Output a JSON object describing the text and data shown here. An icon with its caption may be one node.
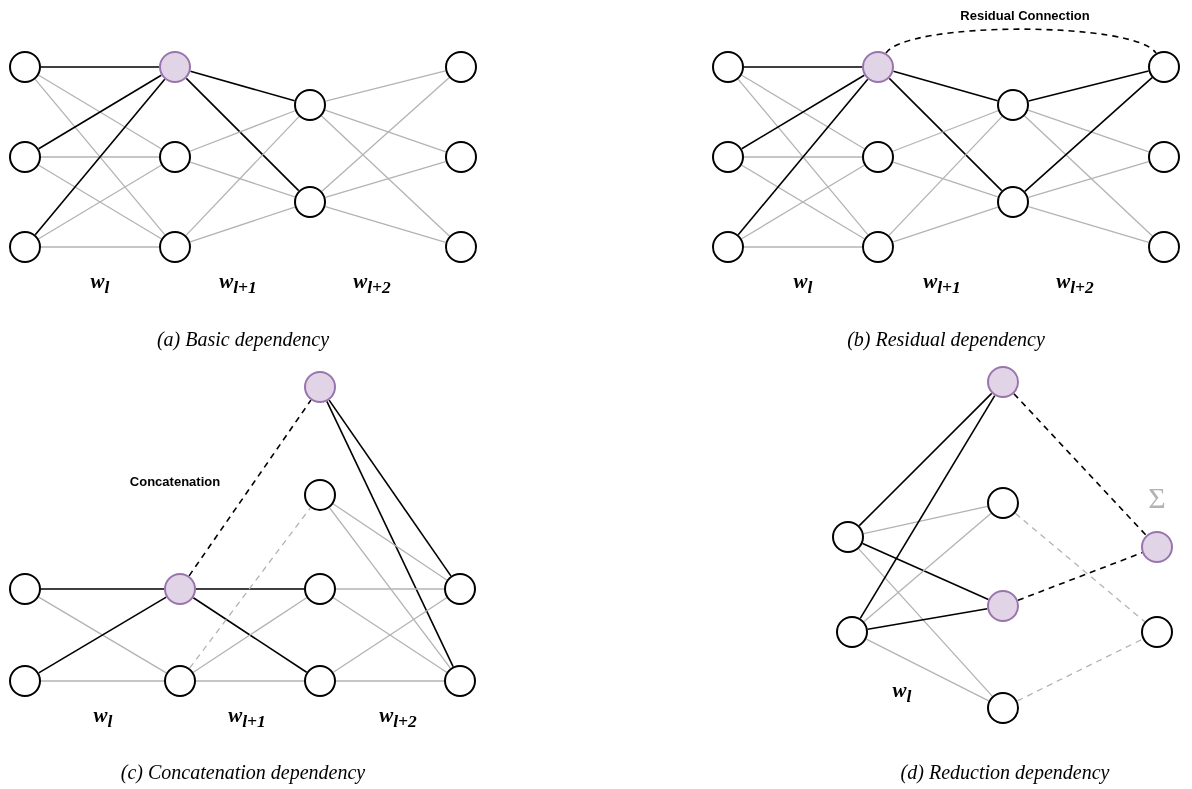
{
  "diagram": {
    "nodes": [
      {
        "text": [],
        "shape": "circle"
      },
      {
        "text": [],
        "shape": "circle"
      },
      {
        "text": [],
        "shape": "circle"
      },
      {
        "text": [],
        "shape": "circle"
      },
      {
        "text": [],
        "shape": "circle"
      },
      {
        "text": [],
        "shape": "circle"
      },
      {
        "text": [],
        "shape": "circle"
      },
      {
        "text": [],
        "shape": "circle"
      },
      {
        "text": [],
        "shape": "circle"
      },
      {
        "text": [],
        "shape": "circle"
      },
      {
        "text": [],
        "shape": "circle"
      },
      {
        "text": [],
        "shape": "circle"
      },
      {
        "text": [],
        "shape": "circle"
      },
      {
        "text": [],
        "shape": "circle"
      },
      {
        "text": [],
        "shape": "circle"
      },
      {
        "text": [],
        "shape": "circle"
      },
      {
        "text": [],
        "shape": "circle"
      },
      {
        "text": [],
        "shape": "circle"
      },
      {
        "text": [],
        "shape": "circle"
      },
      {
        "text": [],
        "shape": "circle"
      },
      {
        "text": [],
        "shape": "circle"
      },
      {
        "text": [],
        "shape": "circle"
      },
      {
        "text": [],
        "shape": "circle"
      },
      {
        "text": [],
        "shape": "circle"
      },
      {
        "text": [],
        "shape": "circle"
      },
      {
        "text": [],
        "shape": "circle"
      },
      {
        "text": [],
        "shape": "circle"
      },
      {
        "text": [],
        "shape": "circle"
      },
      {
        "text": [],
        "shape": "circle"
      },
      {
        "text": [],
        "shape": "circle"
      },
      {
        "text": [],
        "shape": "circle"
      },
      {
        "text": [],
        "shape": "circle"
      },
      {
        "text": [],
        "shape": "circle"
      },
      {
        "text": [],
        "shape": "circle"
      },
      {
        "text": [],
        "shape": "circle"
      },
      {
        "text": [],
        "shape": "circle"
      },
      {
        "text": [],
        "shape": "circle"
      },
      {
        "text": [],
        "shape": "circle"
      },
      {
        "text": [],
        "shape": "circle",
        "beside": [
          "Σ"
        ]
      },
      {
        "text": [],
        "shape": "circle"
      }
    ],
    "edges": [
      {
        "from": 0,
        "to": 3,
        "arrow": "none",
        "color": "#000000"
      },
      {
        "from": 0,
        "to": 4,
        "arrow": "none"
      },
      {
        "from": 0,
        "to": 5,
        "arrow": "none"
      },
      {
        "from": 1,
        "to": 3,
        "arrow": "none",
        "color": "#000000"
      },
      {
        "from": 1,
        "to": 4,
        "arrow": "none"
      },
      {
        "from": 1,
        "to": 5,
        "arrow": "none"
      },
      {
        "from": 2,
        "to": 3,
        "arrow": "none",
        "color": "#000000"
      },
      {
        "from": 2,
        "to": 4,
        "arrow": "none"
      },
      {
        "from": 2,
        "to": 5,
        "arrow": "none"
      },
      {
        "from": 3,
        "to": 6,
        "arrow": "none",
        "color": "#000000"
      },
      {
        "from": 3,
        "to": 7,
        "arrow": "none",
        "color": "#000000"
      },
      {
        "from": 4,
        "to": 6,
        "arrow": "none"
      },
      {
        "from": 4,
        "to": 7,
        "arrow": "none"
      },
      {
        "from": 5,
        "to": 6,
        "arrow": "none"
      },
      {
        "from": 5,
        "to": 7,
        "arrow": "none"
      },
      {
        "from": 6,
        "to": 8,
        "arrow": "none"
      },
      {
        "from": 6,
        "to": 9,
        "arrow": "none"
      },
      {
        "from": 6,
        "to": 10,
        "arrow": "none"
      },
      {
        "from": 7,
        "to": 8,
        "arrow": "none"
      },
      {
        "from": 7,
        "to": 9,
        "arrow": "none"
      },
      {
        "from": 7,
        "to": 10,
        "arrow": "none"
      },
      {
        "from": 11,
        "to": 14,
        "arrow": "none",
        "color": "#000000"
      },
      {
        "from": 11,
        "to": 15,
        "arrow": "none"
      },
      {
        "from": 11,
        "to": 16,
        "arrow": "none"
      },
      {
        "from": 12,
        "to": 14,
        "arrow": "none",
        "color": "#000000"
      },
      {
        "from": 12,
        "to": 15,
        "arrow": "none"
      },
      {
        "from": 12,
        "to": 16,
        "arrow": "none"
      },
      {
        "from": 13,
        "to": 14,
        "arrow": "none",
        "color": "#000000"
      },
      {
        "from": 13,
        "to": 15,
        "arrow": "none"
      },
      {
        "from": 13,
        "to": 16,
        "arrow": "none"
      },
      {
        "from": 14,
        "to": 17,
        "arrow": "none",
        "color": "#000000"
      },
      {
        "from": 14,
        "to": 18,
        "arrow": "none",
        "color": "#000000"
      },
      {
        "from": 15,
        "to": 17,
        "arrow": "none"
      },
      {
        "from": 15,
        "to": 18,
        "arrow": "none"
      },
      {
        "from": 16,
        "to": 17,
        "arrow": "none"
      },
      {
        "from": 16,
        "to": 18,
        "arrow": "none"
      },
      {
        "from": 17,
        "to": 19,
        "arrow": "none",
        "color": "#000000"
      },
      {
        "from": 17,
        "to": 20,
        "arrow": "none"
      },
      {
        "from": 17,
        "to": 21,
        "arrow": "none"
      },
      {
        "from": 18,
        "to": 19,
        "arrow": "none",
        "color": "#000000"
      },
      {
        "from": 18,
        "to": 20,
        "arrow": "none"
      },
      {
        "from": 18,
        "to": 21,
        "arrow": "none"
      },
      {
        "from": 14,
        "to": 19,
        "arrow": "none",
        "style": "dashed",
        "color": "#000000",
        "label": "Residual Connection"
      },
      {
        "from": 22,
        "to": 24,
        "arrow": "none",
        "color": "#000000"
      },
      {
        "from": 22,
        "to": 25,
        "arrow": "none"
      },
      {
        "from": 23,
        "to": 24,
        "arrow": "none",
        "color": "#000000"
      },
      {
        "from": 23,
        "to": 25,
        "arrow": "none"
      },
      {
        "from": 24,
        "to": 28,
        "arrow": "none",
        "color": "#000000"
      },
      {
        "from": 24,
        "to": 29,
        "arrow": "none",
        "color": "#000000"
      },
      {
        "from": 24,
        "to": 26,
        "arrow": "none",
        "style": "dashed",
        "color": "#000000",
        "label": "Concatenation"
      },
      {
        "from": 25,
        "to": 28,
        "arrow": "none"
      },
      {
        "from": 25,
        "to": 29,
        "arrow": "none"
      },
      {
        "from": 25,
        "to": 27,
        "arrow": "none",
        "style": "dashed"
      },
      {
        "from": 26,
        "to": 30,
        "arrow": "none",
        "color": "#000000"
      },
      {
        "from": 26,
        "to": 31,
        "arrow": "none",
        "color": "#000000"
      },
      {
        "from": 27,
        "to": 30,
        "arrow": "none"
      },
      {
        "from": 27,
        "to": 31,
        "arrow": "none"
      },
      {
        "from": 28,
        "to": 30,
        "arrow": "none"
      },
      {
        "from": 28,
        "to": 31,
        "arrow": "none"
      },
      {
        "from": 29,
        "to": 30,
        "arrow": "none"
      },
      {
        "from": 29,
        "to": 31,
        "arrow": "none"
      },
      {
        "from": 32,
        "to": 34,
        "arrow": "none",
        "color": "#000000"
      },
      {
        "from": 32,
        "to": 35,
        "arrow": "none"
      },
      {
        "from": 32,
        "to": 36,
        "arrow": "none",
        "color": "#000000"
      },
      {
        "from": 32,
        "to": 37,
        "arrow": "none"
      },
      {
        "from": 33,
        "to": 34,
        "arrow": "none",
        "color": "#000000"
      },
      {
        "from": 33,
        "to": 35,
        "arrow": "none"
      },
      {
        "from": 33,
        "to": 36,
        "arrow": "none",
        "color": "#000000"
      },
      {
        "from": 33,
        "to": 37,
        "arrow": "none"
      },
      {
        "from": 34,
        "to": 38,
        "arrow": "none",
        "style": "dashed",
        "color": "#000000"
      },
      {
        "from": 36,
        "to": 38,
        "arrow": "none",
        "style": "dashed",
        "color": "#000000"
      },
      {
        "from": 35,
        "to": 39,
        "arrow": "none",
        "style": "dashed"
      },
      {
        "from": 37,
        "to": 39,
        "arrow": "none",
        "style": "dashed"
      }
    ],
    "labels": [
      "w$_{l}$",
      "w$_{l+1}$",
      "w$_{l+2}$",
      "w$_{l}$",
      "w$_{l+1}$",
      "w$_{l+2}$",
      "(a) Basic dependency",
      "(b) Residual dependency",
      "w$_{l}$",
      "w$_{l}$",
      "w$_{l+1}$",
      "w$_{l+2}$",
      "(c) Concatenation dependency",
      "(d) Reduction dependency"
    ]
  }
}
